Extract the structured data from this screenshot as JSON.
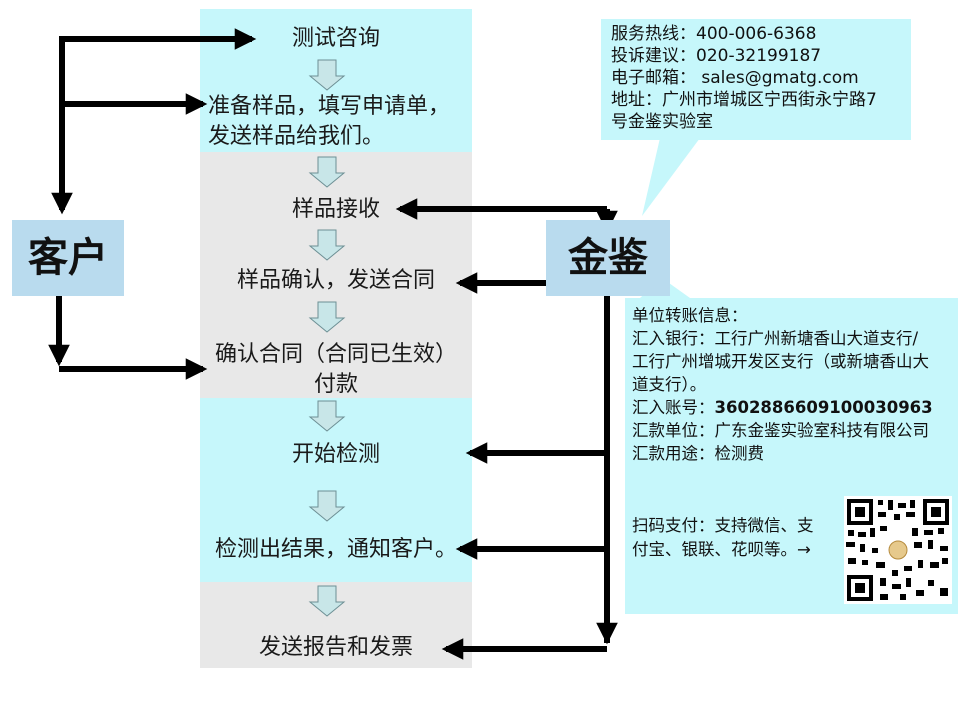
{
  "flow": {
    "steps": [
      "测试咨询",
      "准备样品，填写申请单，",
      "发送样品给我们。",
      "样品接收",
      "样品确认，发送合同",
      "确认合同（合同已生效）",
      "付款",
      "开始检测",
      "检测出结果，通知客户。",
      "发送报告和发票"
    ]
  },
  "actors": {
    "customer": "客户",
    "company": "金鉴"
  },
  "contact": {
    "hotline": "服务热线：400-006-6368",
    "complaint": "投诉建议：020-32199187",
    "email": "电子邮箱： sales@gmatg.com",
    "address_1": "地址：广州市增城区宁西街永宁路7",
    "address_2": "号金鉴实验室"
  },
  "transfer": {
    "title": "单位转账信息：",
    "bank_1": "汇入银行：工行广州新塘香山大道支行/",
    "bank_2": "工行广州增城开发区支行（或新塘香山大",
    "bank_3": "道支行）。",
    "account_label": "汇入账号：",
    "account_number": "3602886609100030963",
    "payee": "汇款单位：广东金鉴实验室科技有限公司",
    "purpose": "汇款用途：检测费",
    "scan_1": "扫码支付：支持微信、支",
    "scan_2": "付宝、银联、花呗等。→"
  },
  "colors": {
    "cyan": "#c6f7fb",
    "gray": "#e8e8e8",
    "actor": "#b9dbee",
    "arrow": "#000000",
    "chevron": "#c8e6e8"
  }
}
